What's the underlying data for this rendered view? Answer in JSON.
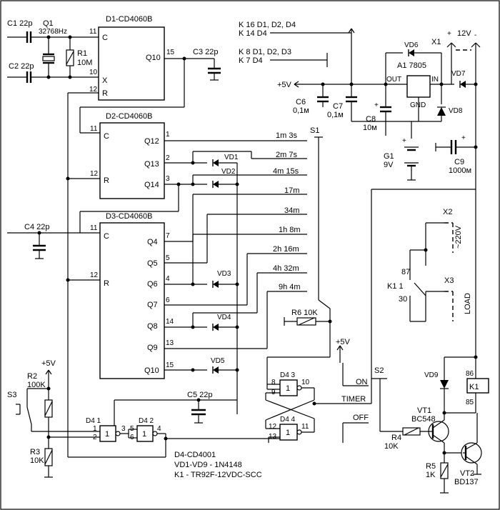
{
  "chips": {
    "d1": {
      "title": "D1-CD4060B",
      "pin_c": "C",
      "pin_x1": "X",
      "pin_r": "R",
      "pin_q10": "Q10",
      "n11": "11",
      "n10": "10",
      "n12": "12",
      "n15": "15"
    },
    "d2": {
      "title": "D2-CD4060B",
      "pin_c": "C",
      "pin_r": "R",
      "pin_q12": "Q12",
      "pin_q13": "Q13",
      "pin_q14": "Q14",
      "n11": "11",
      "n12": "12",
      "n1": "1",
      "n2": "2",
      "n3": "3"
    },
    "d3": {
      "title": "D3-CD4060B",
      "pin_c": "C",
      "pin_r": "R",
      "n11": "11",
      "n12": "12",
      "outputs": [
        {
          "q": "Q4",
          "n": "7"
        },
        {
          "q": "Q5",
          "n": "5"
        },
        {
          "q": "Q6",
          "n": "4"
        },
        {
          "q": "Q7",
          "n": "6"
        },
        {
          "q": "Q8",
          "n": "14"
        },
        {
          "q": "Q9",
          "n": "13"
        },
        {
          "q": "Q10",
          "n": "15"
        }
      ]
    }
  },
  "components": {
    "c1": "C1 22p",
    "c2": "C2 22p",
    "q1": "Q1",
    "q1_freq": "32768Hz",
    "r1": "R1",
    "r1_val": "10M",
    "c3": "C3  22p",
    "c4": "C4 22p",
    "c5": "C5 22p",
    "c6": "C6",
    "c6_val": "0,1м",
    "c7": "C7",
    "c7_val": "0,1м",
    "c8": "C8",
    "c8_val": "10м",
    "c9": "C9",
    "c9_val": "1000м",
    "g1": "G1",
    "g1_val": "9V",
    "vd6": "VD6",
    "vd7": "VD7",
    "vd8": "VD8",
    "vd9": "VD9",
    "vd1": "VD1",
    "vd2": "VD2",
    "vd3": "VD3",
    "vd4": "VD4",
    "vd5": "VD5",
    "a1": "A1 7805",
    "out": "OUT",
    "in": "IN",
    "gnd": "GND",
    "x1": "X1",
    "x1_volt": "12V",
    "x2": "X2",
    "x3": "X3",
    "ac": "~220V",
    "load": "LOAD",
    "k1_contact": "K1 1",
    "n87": "87",
    "n30": "30",
    "n86": "86",
    "n85": "85",
    "k1": "K1",
    "plus5v": "+5V",
    "s1": "S1",
    "s2": "S2",
    "s3": "S3",
    "r2": "R2",
    "r2_val": "100K",
    "r3": "R3",
    "r3_val": "10K",
    "r4": "R4",
    "r4_val": "10K",
    "r5": "R5",
    "r5_val": "1K",
    "r6": "R6 10K",
    "vt1": "VT1",
    "vt1_type": "BC548",
    "vt2": "VT2",
    "vt2_type": "BD137",
    "on": "ON",
    "timer": "TIMER",
    "off": "OFF",
    "plus": "+",
    "minus": "-"
  },
  "power_notes": [
    "K 16 D1, D2, D4",
    "K 14 D4",
    "K 8 D1, D2, D3",
    "K 7 D4"
  ],
  "taps": [
    "1m 3s",
    "2m 7s",
    "4m 15s",
    "17m",
    "34m",
    "1h 8m",
    "2h 16m",
    "4h 32m",
    "9h 4m"
  ],
  "gates": {
    "g1": {
      "label": "D4 1",
      "in1": "1",
      "in2": "2",
      "out": "3"
    },
    "g2": {
      "label": "D4 2",
      "in1": "5",
      "in2": "6",
      "out": "4"
    },
    "g3": {
      "label": "D4 3",
      "in1": "8",
      "in2": "9",
      "out": "10"
    },
    "g4": {
      "label": "D4 4",
      "in1": "12",
      "in2": "13",
      "out": "11"
    },
    "sym": "1"
  },
  "legend": [
    "D4-CD4001",
    "VD1-VD9 - 1N4148",
    "K1 - TR92F-12VDC-SCC"
  ]
}
